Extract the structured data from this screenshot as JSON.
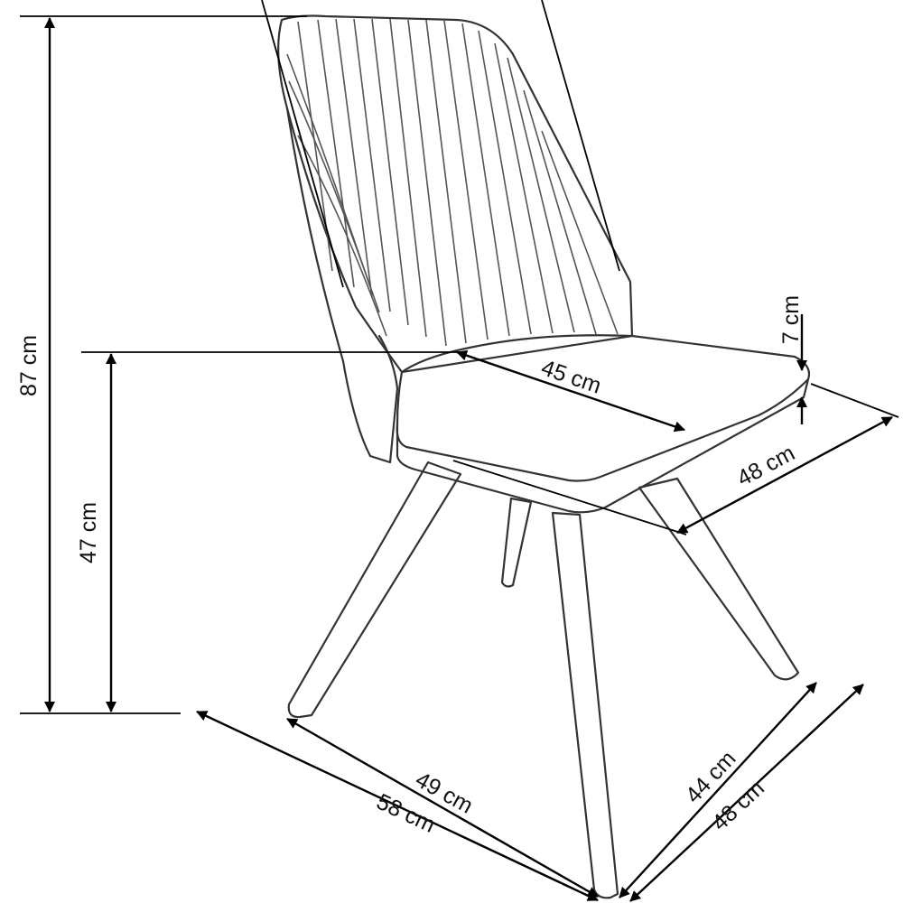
{
  "diagram": {
    "subject": "chair dimensions drawing",
    "line_color": "#000000",
    "chair_color": "#333333",
    "dimensions": {
      "total_height": "87 cm",
      "seat_height": "47 cm",
      "seat_depth": "45 cm",
      "seat_thickness": "7 cm",
      "seat_width": "48 cm",
      "base_width_inner": "49 cm",
      "base_width_outer": "58 cm",
      "base_depth_inner": "44 cm",
      "base_depth_outer": "48 cm"
    }
  }
}
